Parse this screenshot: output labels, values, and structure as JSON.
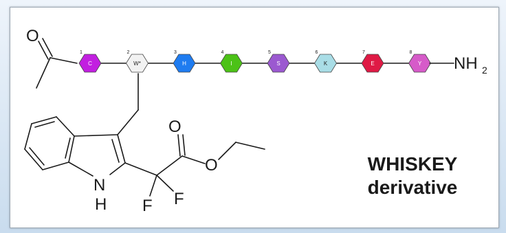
{
  "molecule": {
    "atoms": {
      "acetyl_O": "O",
      "ester_O_carbonyl": "O",
      "ester_O": "O",
      "indole_N": "N",
      "indole_H": "H",
      "F1": "F",
      "F2": "F",
      "terminal_N": "NH",
      "terminal_sub": "2"
    },
    "residues": [
      {
        "num": "1",
        "code": "C",
        "color": "#c21fe0",
        "text_color": "#ffffff"
      },
      {
        "num": "2",
        "code": "W*",
        "color": "#f2f2f2",
        "text_color": "#222222"
      },
      {
        "num": "3",
        "code": "H",
        "color": "#1f7cf0",
        "text_color": "#ffffff"
      },
      {
        "num": "4",
        "code": "I",
        "color": "#4cc217",
        "text_color": "#ffffff"
      },
      {
        "num": "5",
        "code": "S",
        "color": "#9b59d0",
        "text_color": "#ffffff"
      },
      {
        "num": "6",
        "code": "K",
        "color": "#a9dde6",
        "text_color": "#222222"
      },
      {
        "num": "7",
        "code": "E",
        "color": "#df1a45",
        "text_color": "#ffffff"
      },
      {
        "num": "8",
        "code": "Y",
        "color": "#d65bc9",
        "text_color": "#ffffff"
      }
    ]
  },
  "caption": {
    "line1": "WHISKEY",
    "line2": "derivative"
  }
}
